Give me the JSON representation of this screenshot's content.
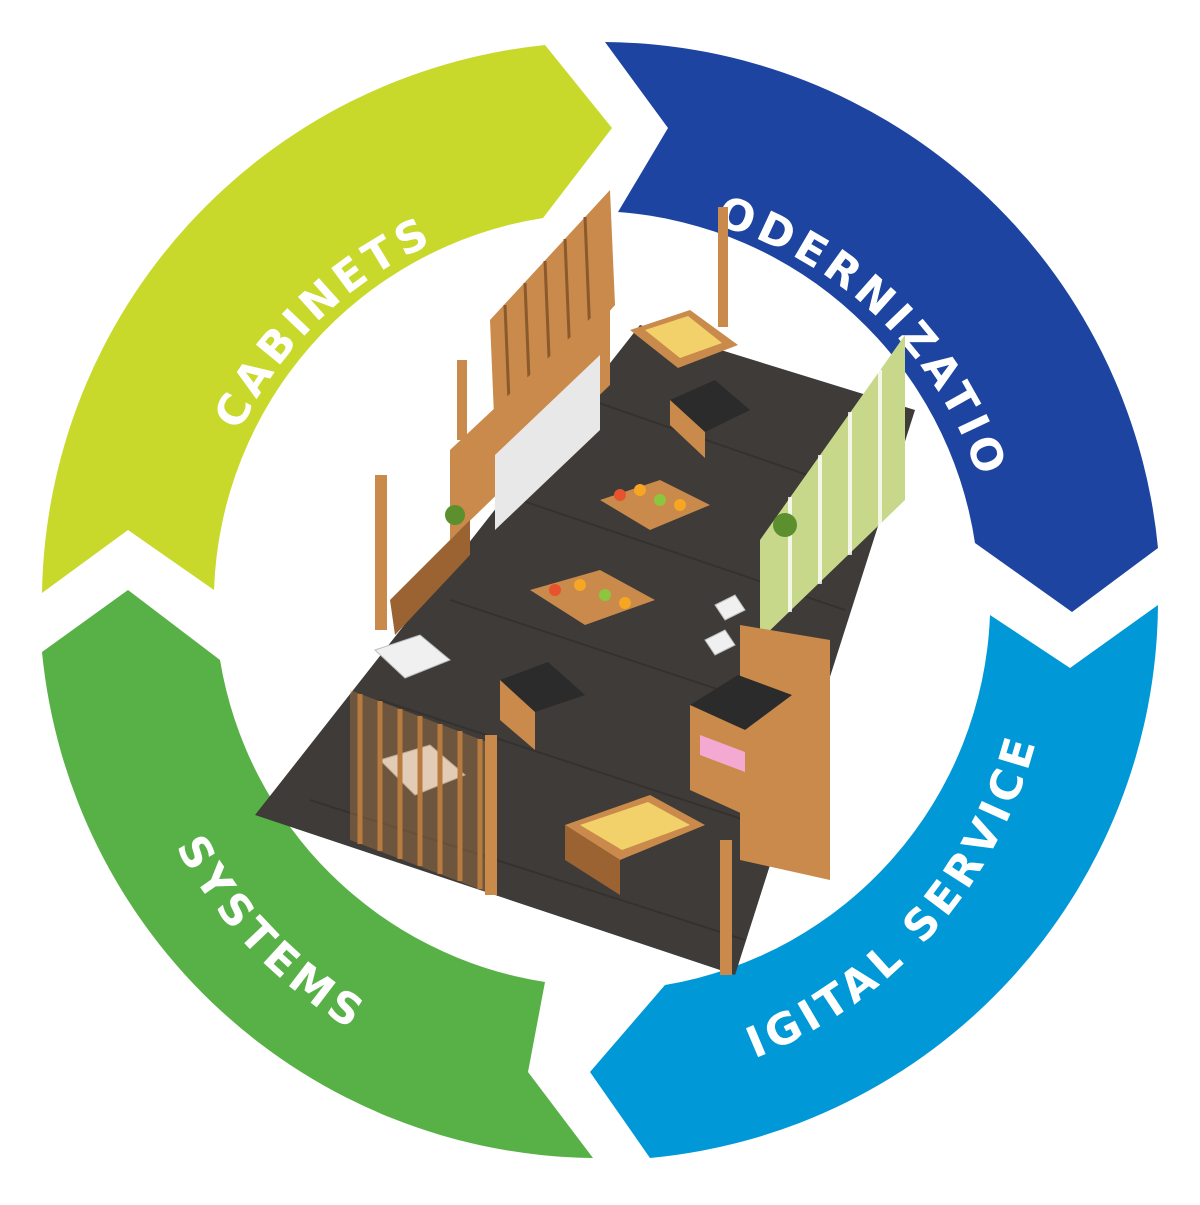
{
  "segments": [
    {
      "id": "cabinets",
      "label": "CABINETS",
      "color": "#C8D92B"
    },
    {
      "id": "modernization",
      "label": "MODERNIZATION",
      "color": "#1C44A0"
    },
    {
      "id": "digital-services",
      "label": "DIGITAL SERVICES",
      "color": "#0098D6"
    },
    {
      "id": "systems",
      "label": "SYSTEMS",
      "color": "#58B146"
    }
  ],
  "center_image": {
    "subject": "isometric store floor plan with refrigerated display cabinets, fruit displays, wooden slat walls and seating"
  },
  "colors": {
    "floor": "#3E3B38",
    "wood": "#C98A4B",
    "wood_dark": "#9B6332",
    "cabinet_top": "#2B2B2B",
    "stripe_green": "#C8D88A"
  }
}
